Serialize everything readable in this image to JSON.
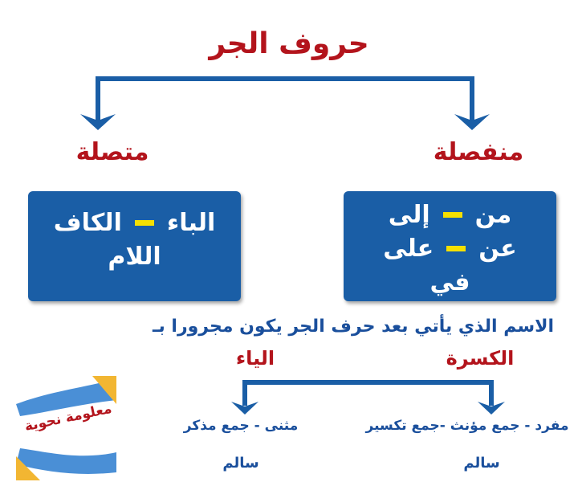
{
  "title": "حروف الجر",
  "branches": {
    "connected": {
      "label": "متصلة",
      "line1": [
        "الكاف",
        "الباء"
      ],
      "line2": "اللام"
    },
    "separate": {
      "label": "منفصلة",
      "line1": [
        "من",
        "إلى"
      ],
      "line2": [
        "عن",
        "على"
      ],
      "line3": "في"
    }
  },
  "rule": "الاسم الذي يأتي بعد حرف الجر يكون مجرورا بـ",
  "marks": {
    "kasra": {
      "label": "الكسرة",
      "applies_to": "مفرد - جمع مؤنث -جمع تكسير",
      "applies_to_2": "سالم"
    },
    "yaa": {
      "label": "الياء",
      "applies_to": "مثنى - جمع مذكر",
      "applies_to_2": "سالم"
    }
  },
  "logo_text": "معلومة نحوية",
  "colors": {
    "blue": "#1a5ea6",
    "red": "#b3141c",
    "dash": "#f5e000"
  }
}
